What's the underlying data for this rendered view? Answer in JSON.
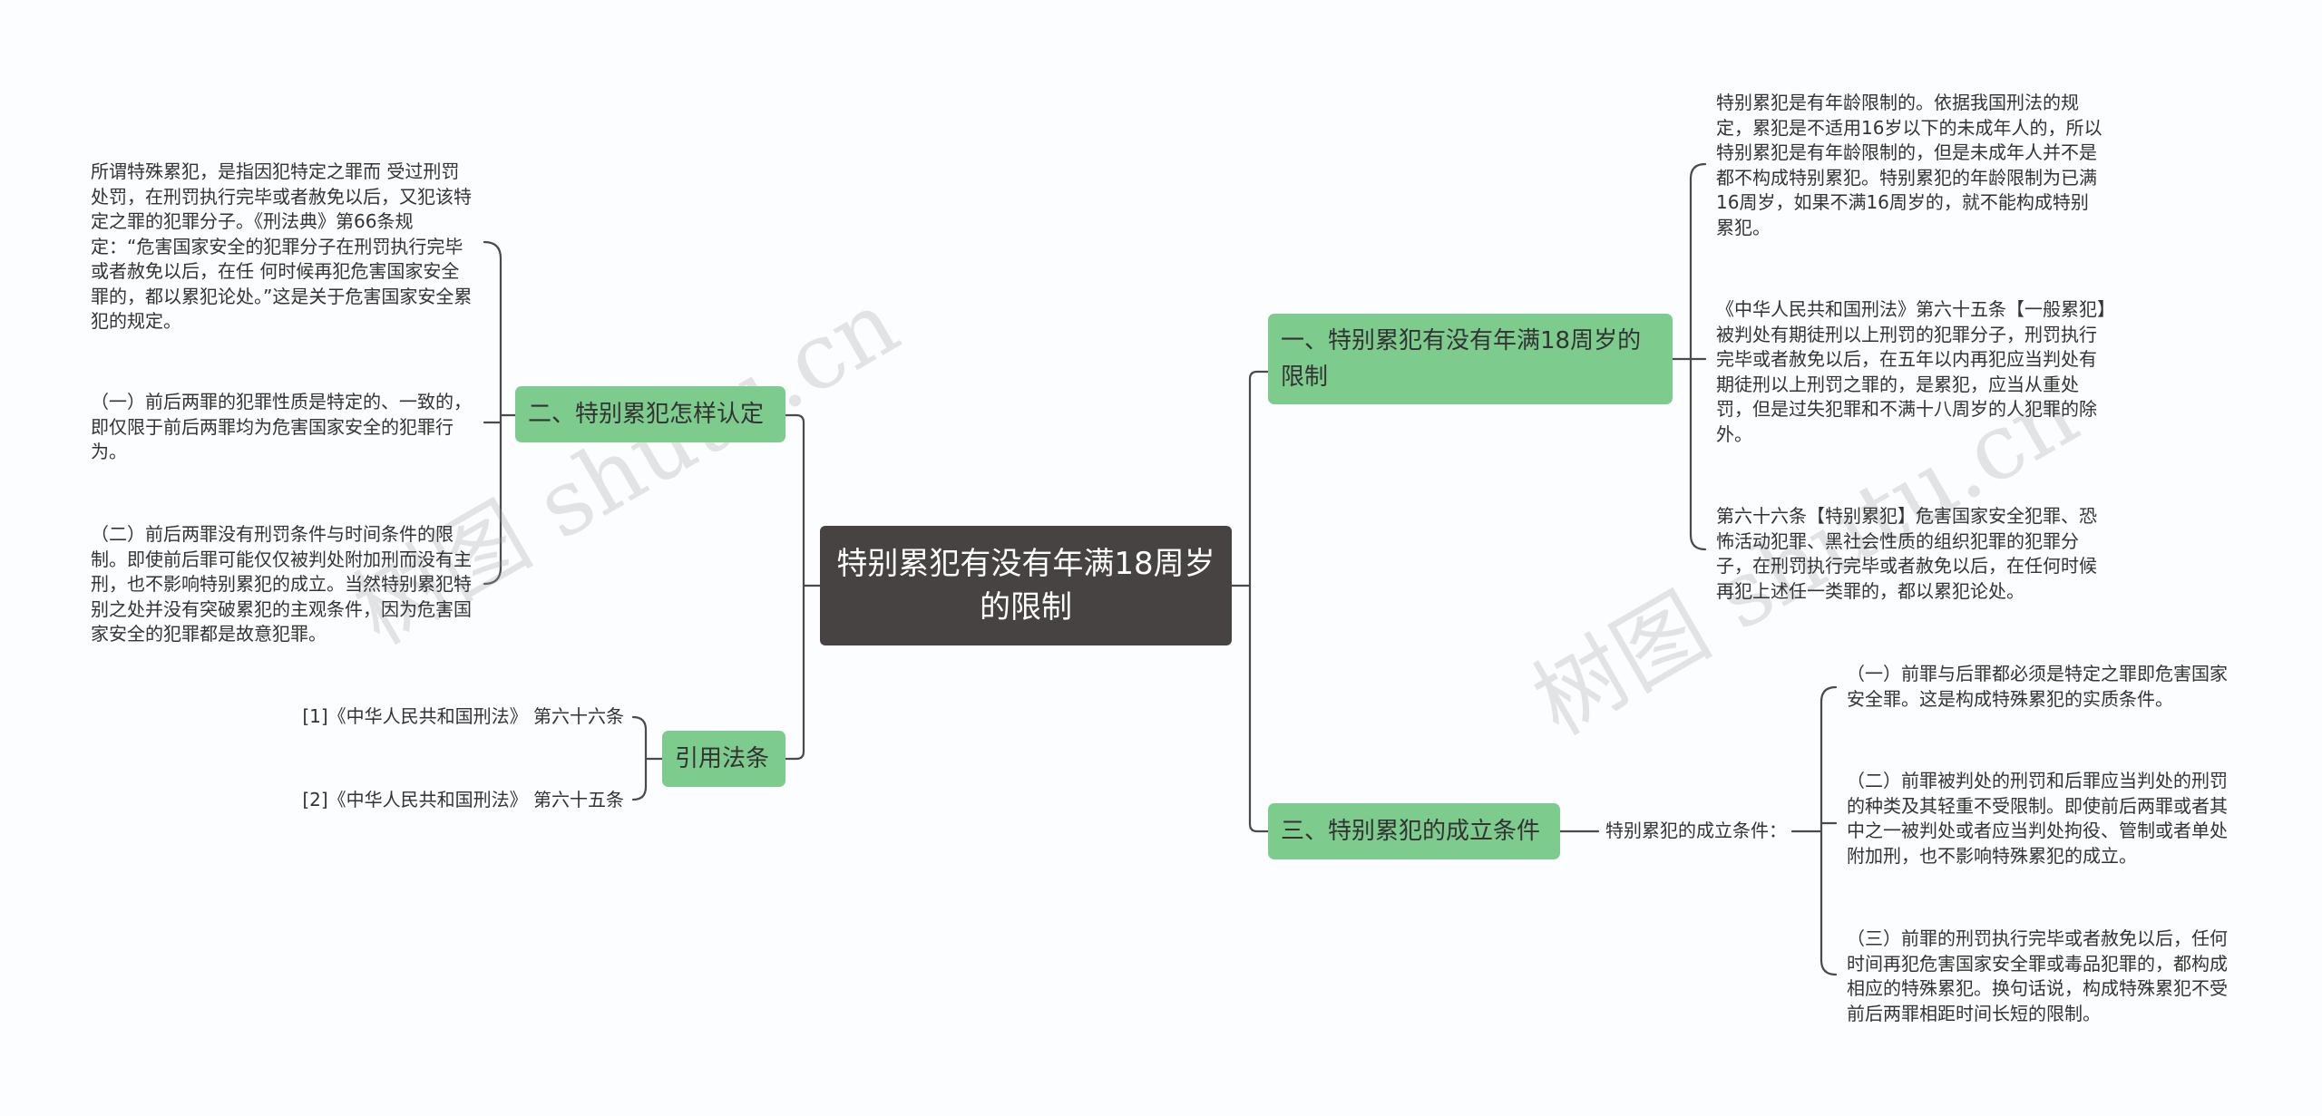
{
  "watermarks": [
    "树图 shutu.cn",
    "树图 shutu.cn"
  ],
  "root": "特别累犯有没有年满18周岁的限制",
  "branches": {
    "b1": "一、特别累犯有没有年满18周岁的限制",
    "b2": "二、特别累犯怎样认定",
    "b3": "三、特别累犯的成立条件",
    "b4": "引用法条"
  },
  "b1_leaves": [
    "特别累犯是有年龄限制的。依据我国刑法的规定，累犯是不适用16岁以下的未成年人的，所以特别累犯是有年龄限制的，但是未成年人并不是都不构成特别累犯。特别累犯的年龄限制为已满16周岁，如果不满16周岁的，就不能构成特别累犯。",
    "《中华人民共和国刑法》第六十五条【一般累犯】被判处有期徒刑以上刑罚的犯罪分子，刑罚执行完毕或者赦免以后，在五年以内再犯应当判处有期徒刑以上刑罚之罪的，是累犯，应当从重处罚，但是过失犯罪和不满十八周岁的人犯罪的除外。",
    "第六十六条【特别累犯】危害国家安全犯罪、恐怖活动犯罪、黑社会性质的组织犯罪的犯罪分子，在刑罚执行完毕或者赦免以后，在任何时候再犯上述任一类罪的，都以累犯论处。"
  ],
  "b2_leaves": [
    "所谓特殊累犯，是指因犯特定之罪而 受过刑罚处罚，在刑罚执行完毕或者赦免以后，又犯该特定之罪的犯罪分子。《刑法典》第66条规定：“危害国家安全的犯罪分子在刑罚执行完毕或者赦免以后，在任 何时候再犯危害国家安全罪的，都以累犯论处。”这是关于危害国家安全累犯的规定。",
    "（一）前后两罪的犯罪性质是特定的、一致的，即仅限于前后两罪均为危害国家安全的犯罪行为。",
    "（二）前后两罪没有刑罚条件与时间条件的限制。即使前后罪可能仅仅被判处附加刑而没有主刑，也不影响特别累犯的成立。当然特别累犯特别之处并没有突破累犯的主观条件，因为危害国家安全的犯罪都是故意犯罪。"
  ],
  "b3_mid": "特别累犯的成立条件：",
  "b3_leaves": [
    "（一）前罪与后罪都必须是特定之罪即危害国家安全罪。这是构成特殊累犯的实质条件。",
    "（二）前罪被判处的刑罚和后罪应当判处的刑罚的种类及其轻重不受限制。即使前后两罪或者其中之一被判处或者应当判处拘役、管制或者单处附加刑，也不影响特殊累犯的成立。",
    "（三）前罪的刑罚执行完毕或者赦免以后，任何时间再犯危害国家安全罪或毒品犯罪的，都构成相应的特殊累犯。换句话说，构成特殊累犯不受前后两罪相距时间长短的限制。"
  ],
  "b4_leaves": [
    "[1]《中华人民共和国刑法》 第六十六条",
    "[2]《中华人民共和国刑法》 第六十五条"
  ],
  "colors": {
    "background": "#fbfdfe",
    "root_fill": "#474342",
    "branch_fill": "#7dcb8d",
    "connector": "#4a4a4a"
  }
}
